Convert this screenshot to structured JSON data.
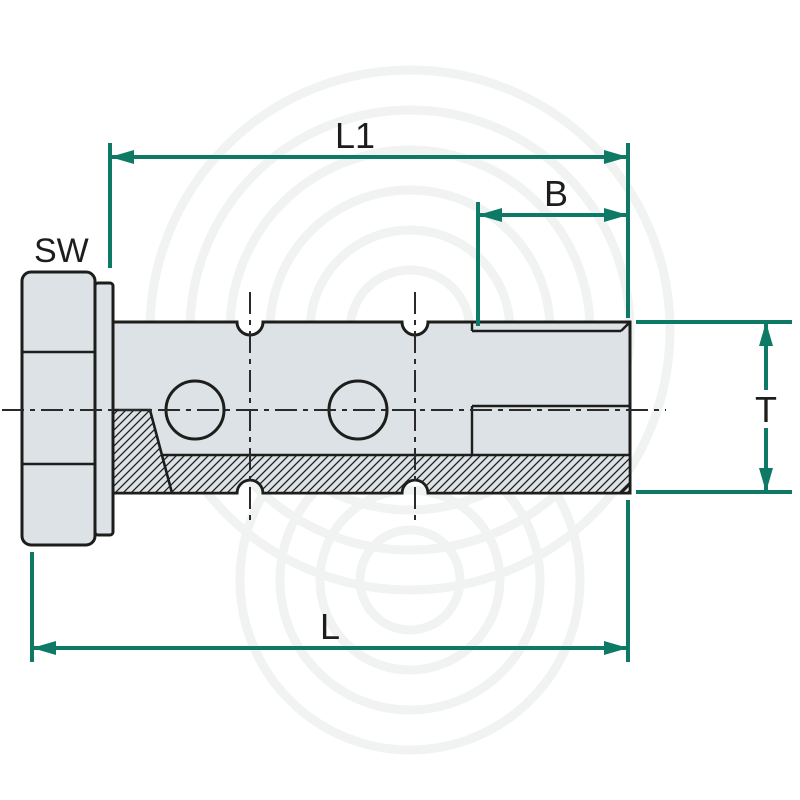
{
  "labels": {
    "sw": "SW",
    "l1": "L1",
    "b": "B",
    "t": "T",
    "l": "L"
  },
  "colors": {
    "accent": "#0e7a66",
    "part-fill": "#dce2e5",
    "outline": "#1d1d1b",
    "background": "#ffffff"
  }
}
